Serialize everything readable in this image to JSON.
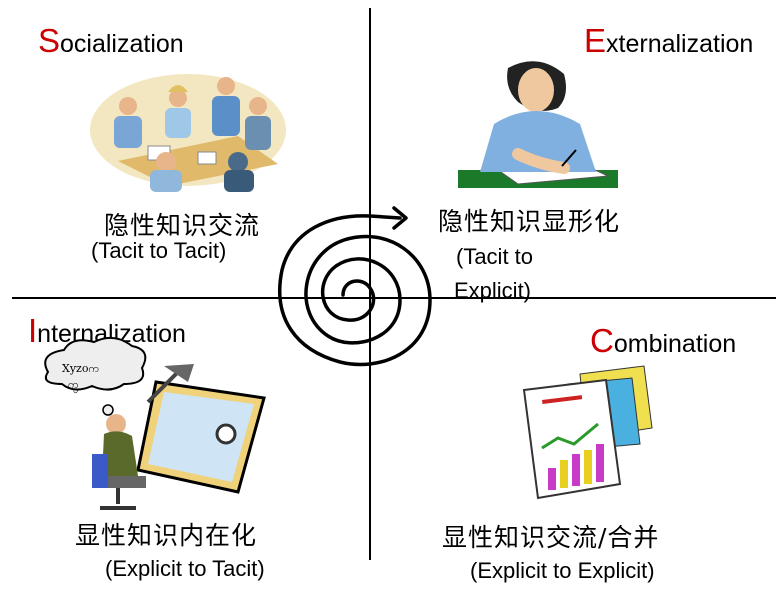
{
  "quadrants": {
    "socialization": {
      "title_initial": "S",
      "title_rest": "ocialization",
      "chinese": "隐性知识交流",
      "english": "(Tacit to Tacit)"
    },
    "externalization": {
      "title_initial": "E",
      "title_rest": "xternalization",
      "chinese": "隐性知识显形化",
      "english_line1": "(Tacit to",
      "english_line2": "Explicit)"
    },
    "internalization": {
      "title_initial": "I",
      "title_rest": "nternalization",
      "chinese": "显性知识内在化",
      "english": "(Explicit  to Tacit)",
      "thought_text_1": "Xyzoက",
      "thought_text_2": "ကွ"
    },
    "combination": {
      "title_initial": "C",
      "title_rest": "ombination",
      "chinese": "显性知识交流/合并",
      "english": "(Explicit  to Explicit)"
    }
  },
  "colors": {
    "accent": "#cc0000",
    "axis": "#000000"
  }
}
